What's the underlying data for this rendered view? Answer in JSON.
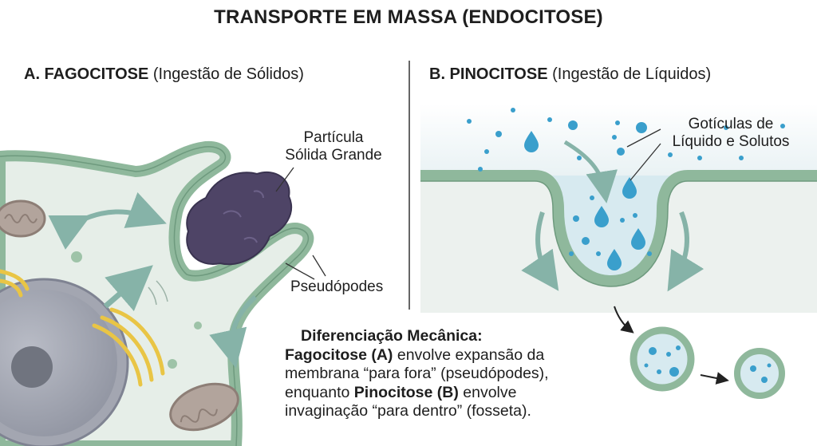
{
  "title": "TRANSPORTE EM MASSA (ENDOCITOSE)",
  "panel_a": {
    "heading_bold": "A. FAGOCITOSE",
    "heading_rest": " (Ingestão de Sólidos)",
    "particle_label_line1": "Partícula",
    "particle_label_line2": "Sólida Grande",
    "pseudopods_label": "Pseudópodes"
  },
  "panel_b": {
    "heading_bold": "B. PINOCITOSE",
    "heading_rest": " (Ingestão de Líquidos)",
    "droplets_label_line1": "Gotículas de",
    "droplets_label_line2": "Líquido e Solutos"
  },
  "note": {
    "title": "Diferenciação Mecânica:",
    "l1_bold": "Fagocitose (A)",
    "l1_rest": " envolve expansão da",
    "l2": "membrana “para fora” (pseudópodes),",
    "l3_pre": "enquanto ",
    "l3_bold": "Pinocitose (B)",
    "l3_rest": " envolve",
    "l4": "invaginação “para dentro” (fosseta)."
  },
  "colors": {
    "membrane": "#8fb89c",
    "membrane_edge": "#6e9a7e",
    "cytoplasm": "#e6eee8",
    "particle": "#4e4466",
    "droplet": "#3a9fcc",
    "arrow": "#86b3a8"
  }
}
